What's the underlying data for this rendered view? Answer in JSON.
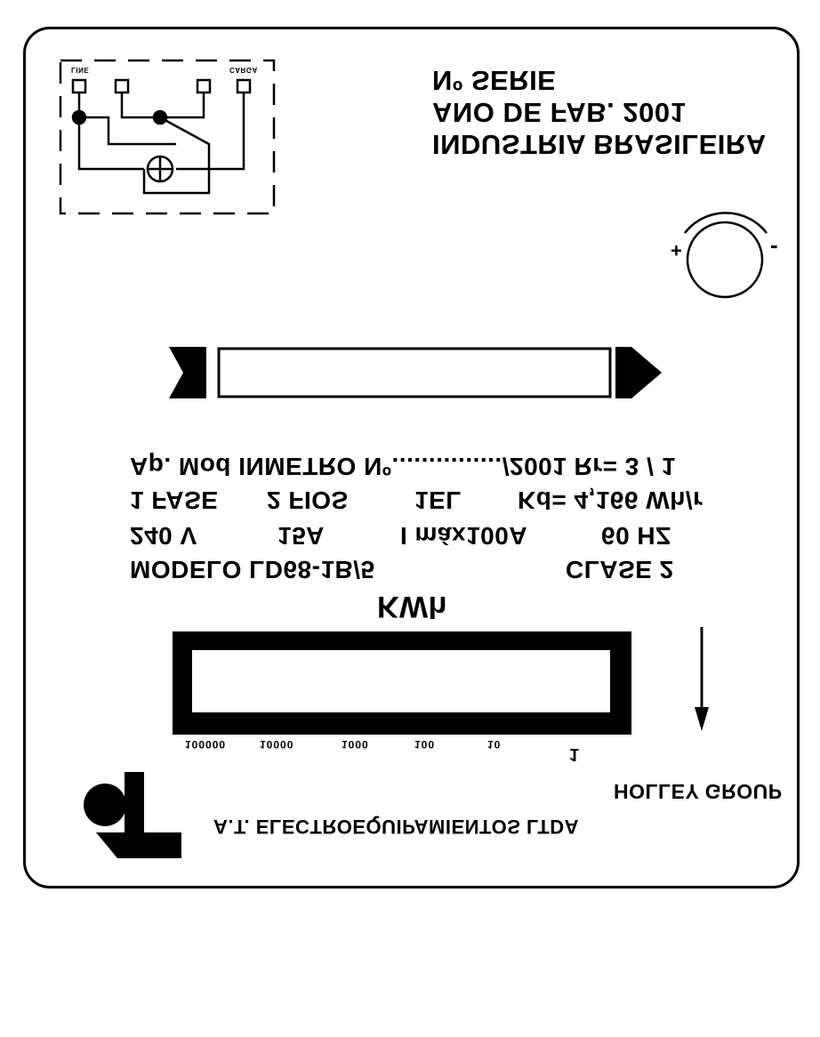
{
  "header": {
    "line1": "Nº SERIE",
    "line2": "ANO DE FAB. 2001",
    "line3": "INDUSTRIA BRASILEIRA"
  },
  "wiring_diagram": {
    "label_left": "LINE",
    "label_right": "CARGA"
  },
  "adjuster": {
    "plus_symbol": "+",
    "minus_symbol": "-"
  },
  "approval": {
    "line": "Ap. Mod INMETRO Nº.............../2001 Rr= 3 / 1"
  },
  "specs": {
    "phase": "1 FASE",
    "wires": "2 FIOS",
    "element": "1EL",
    "kd": "Kd= 4,166 Wh/r",
    "voltage": "240 V",
    "current": "15A",
    "imax": "I máx100A",
    "frequency": "60 HZ",
    "model": "MODELO LD68-1B/5",
    "class": "CLASE 2"
  },
  "register": {
    "unit": "KWh",
    "digits": [
      "100000",
      "10000",
      "1000",
      "100",
      "10",
      "1"
    ]
  },
  "footer": {
    "group": "HOLLEY GROUP",
    "company": "A.T. ELECTROEQUIPAMIENTOS LTDA"
  },
  "colors": {
    "ink": "#000000",
    "paper": "#ffffff"
  }
}
